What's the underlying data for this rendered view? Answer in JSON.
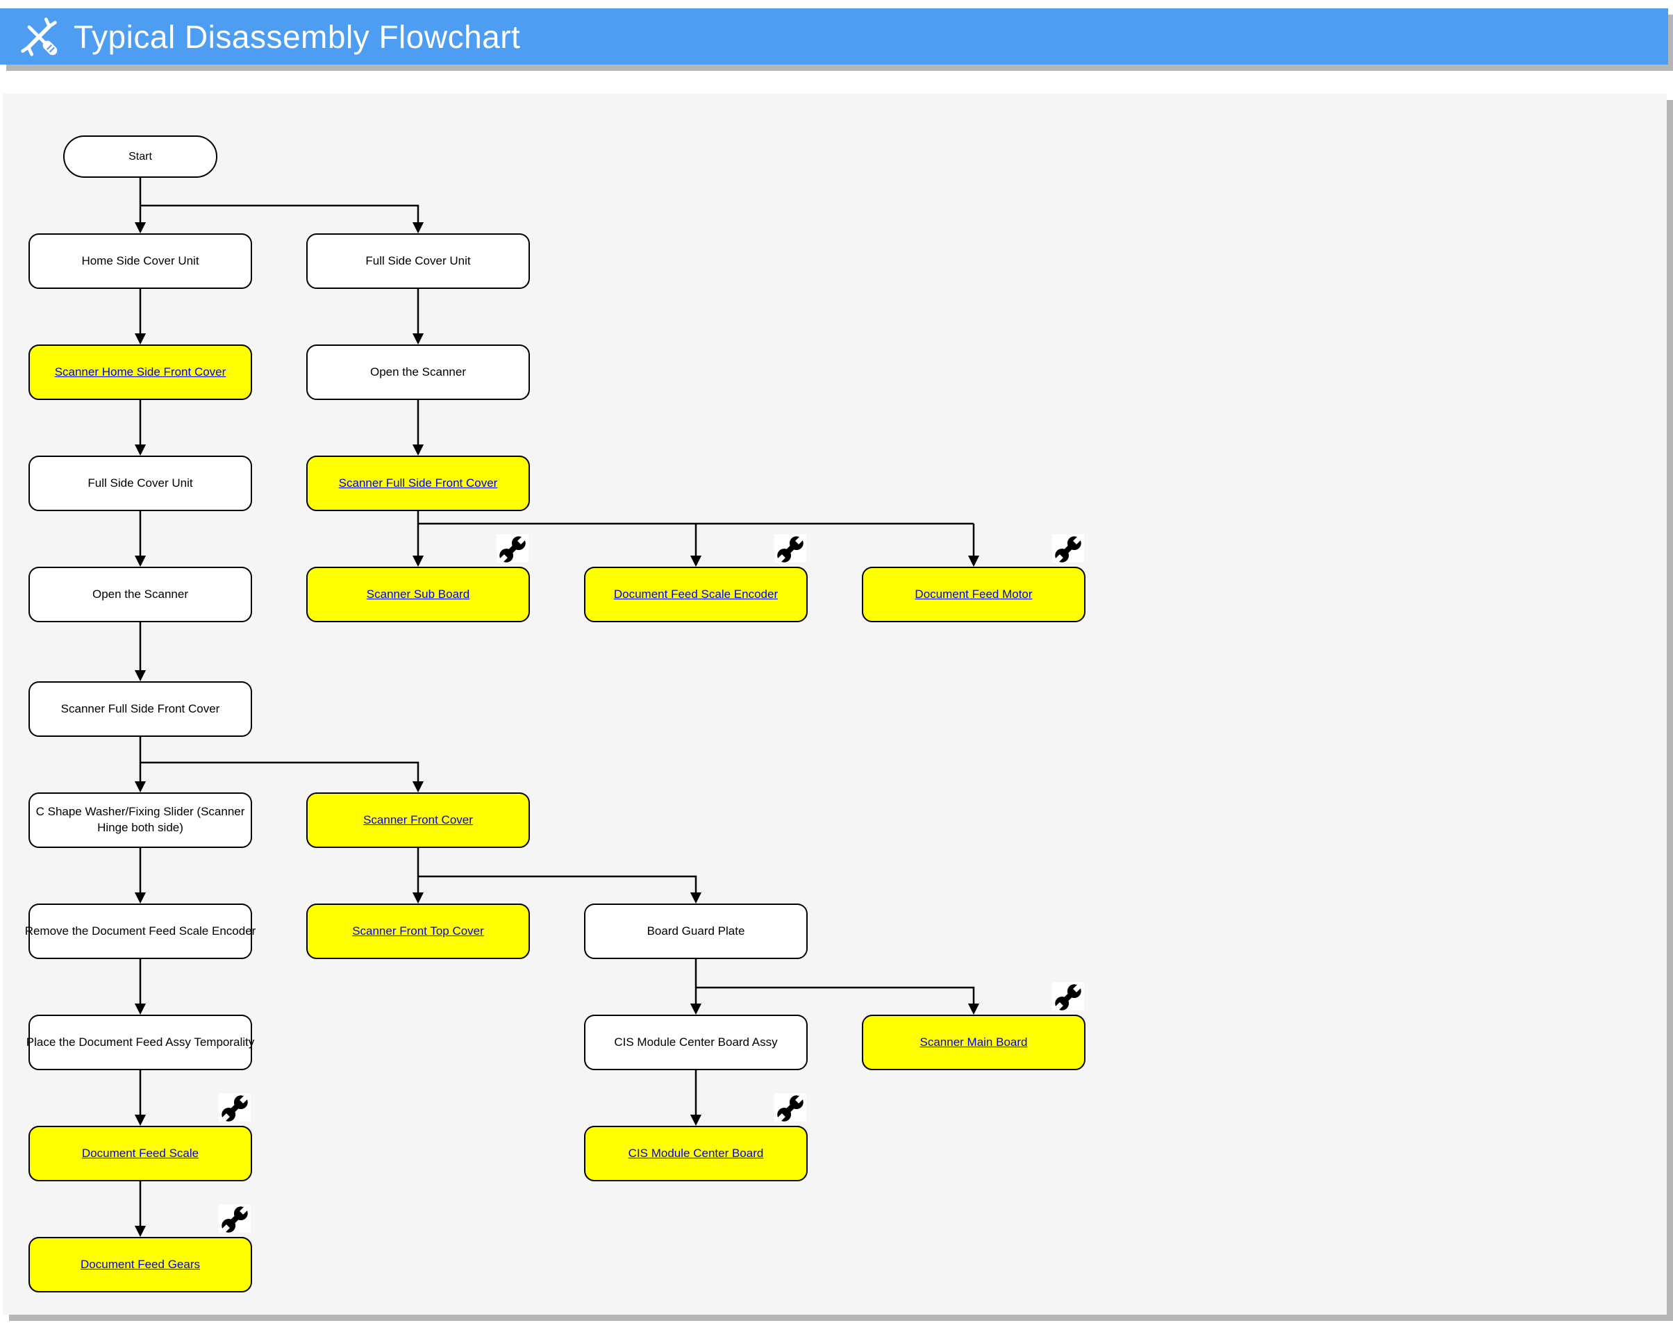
{
  "header": {
    "title": "Typical Disassembly Flowchart",
    "icon": "tools-icon",
    "bg_color": "#4d9ef3",
    "text_color": "#ffffff"
  },
  "canvas": {
    "bg_color": "#f5f5f5",
    "highlight_color": "#ffff00",
    "link_color": "#0000ee",
    "border_color": "#000000"
  },
  "flowchart": {
    "start": {
      "label": "Start",
      "type": "terminator"
    },
    "nodes": [
      {
        "label": "Home Side Cover Unit",
        "type": "step",
        "wrench": false
      },
      {
        "label": "Full Side Cover Unit",
        "type": "step",
        "wrench": false
      },
      {
        "label": "Scanner Home Side Front Cover",
        "type": "part-link",
        "wrench": false
      },
      {
        "label": "Open the Scanner",
        "type": "step",
        "wrench": false
      },
      {
        "label": "Full Side Cover Unit",
        "type": "step",
        "wrench": false
      },
      {
        "label": "Scanner Full Side Front Cover",
        "type": "part-link",
        "wrench": false
      },
      {
        "label": "Open the Scanner",
        "type": "step",
        "wrench": false
      },
      {
        "label": "Scanner Sub Board",
        "type": "part-link",
        "wrench": true
      },
      {
        "label": "Document Feed Scale Encoder",
        "type": "part-link",
        "wrench": true
      },
      {
        "label": "Document Feed Motor",
        "type": "part-link",
        "wrench": true
      },
      {
        "label": "Scanner Full Side Front Cover",
        "type": "step",
        "wrench": false
      },
      {
        "label": "C Shape Washer/Fixing Slider (Scanner Hinge both side)",
        "type": "step",
        "wrench": false
      },
      {
        "label": "Scanner Front Cover",
        "type": "part-link",
        "wrench": false
      },
      {
        "label": "Remove the Document Feed Scale Encoder",
        "type": "step",
        "wrench": false
      },
      {
        "label": "Scanner Front Top Cover",
        "type": "part-link",
        "wrench": false
      },
      {
        "label": "Board Guard Plate",
        "type": "step",
        "wrench": false
      },
      {
        "label": "Place the Document Feed Assy Temporality",
        "type": "step",
        "wrench": false
      },
      {
        "label": "CIS Module Center Board Assy",
        "type": "step",
        "wrench": false
      },
      {
        "label": "Scanner Main Board",
        "type": "part-link",
        "wrench": true
      },
      {
        "label": "Document Feed Scale",
        "type": "part-link",
        "wrench": true
      },
      {
        "label": "CIS Module Center Board",
        "type": "part-link",
        "wrench": true
      },
      {
        "label": "Document Feed Gears",
        "type": "part-link",
        "wrench": true
      }
    ]
  }
}
